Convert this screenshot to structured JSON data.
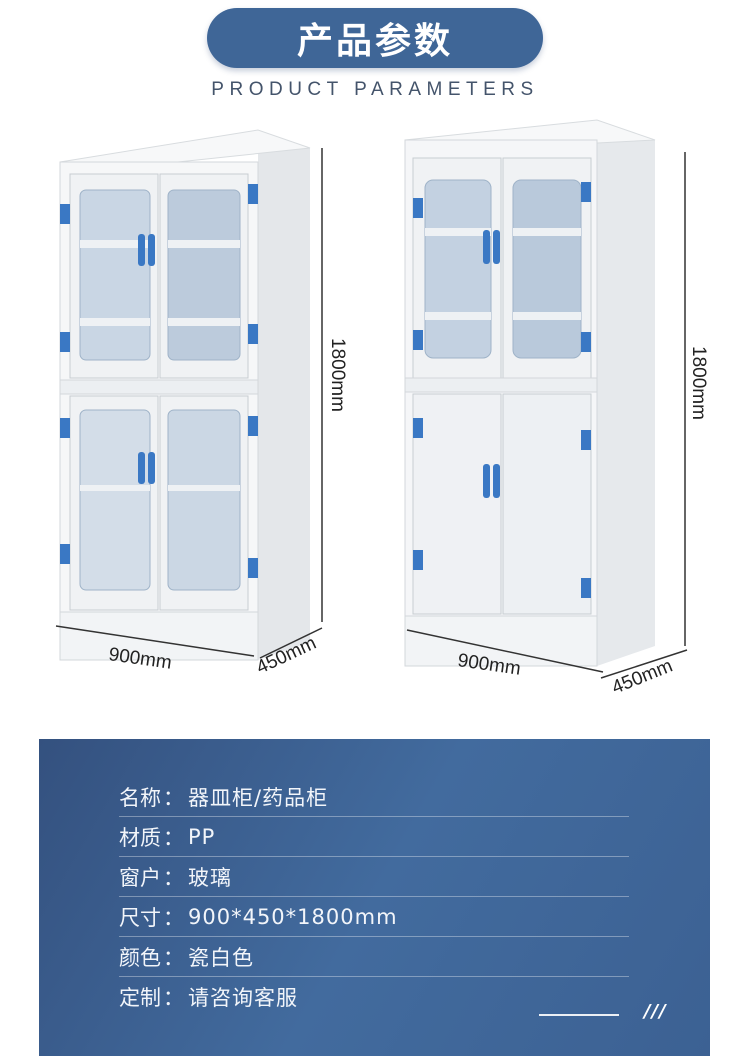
{
  "header": {
    "title": "产品参数",
    "subtitle": "PRODUCT PARAMETERS"
  },
  "products": [
    {
      "variant": "four-glass-doors",
      "dimensions": {
        "width_label": "900mm",
        "depth_label": "450mm",
        "height_label": "1800mm"
      }
    },
    {
      "variant": "glass-top-solid-bottom",
      "dimensions": {
        "width_label": "900mm",
        "depth_label": "450mm",
        "height_label": "1800mm"
      }
    }
  ],
  "params": [
    {
      "label": "名称",
      "value": "器皿柜/药品柜"
    },
    {
      "label": "材质",
      "value": "PP"
    },
    {
      "label": "窗户",
      "value": "玻璃"
    },
    {
      "label": "尺寸",
      "value": "900*450*1800mm"
    },
    {
      "label": "颜色",
      "value": "瓷白色"
    },
    {
      "label": "定制",
      "value": "请咨询客服"
    }
  ],
  "param_separator": "：",
  "decoration": {
    "slashes": "///"
  },
  "colors": {
    "accent": "#3f6697",
    "panel": "#3c6193",
    "hinge_blue": "#3a78c4",
    "cabinet_white": "#f4f6f8"
  }
}
